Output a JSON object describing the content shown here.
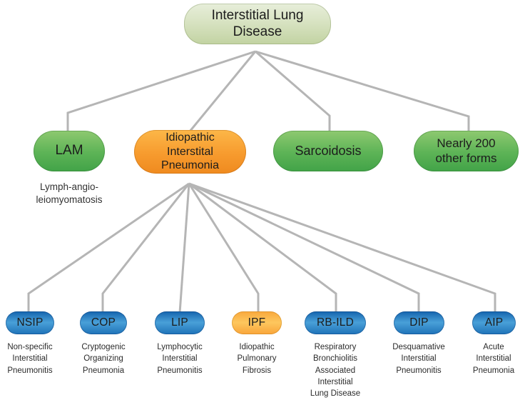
{
  "diagram": {
    "title": "Interstitial Lung Disease hierarchy",
    "colors": {
      "root_green": "#d8e3c2",
      "green": "#5cb356",
      "orange": "#f79b2e",
      "blue": "#2a7fc1",
      "yellow": "#fdc75e",
      "connector_gray": "#b5b5b5"
    },
    "root": {
      "label": "Interstitial Lung\nDisease"
    },
    "level2": [
      {
        "abbr": "LAM",
        "caption": "Lymph-angio-\nleiomyomatosis",
        "color": "green"
      },
      {
        "label": "Idiopathic\nInterstital\nPneumonia",
        "color": "orange"
      },
      {
        "label": "Sarcoidosis",
        "color": "green"
      },
      {
        "label": "Nearly 200\nother forms",
        "color": "green"
      }
    ],
    "level3": [
      {
        "abbr": "NSIP",
        "caption": "Non-specific\nInterstitial\nPneumonitis",
        "color": "blue"
      },
      {
        "abbr": "COP",
        "caption": "Cryptogenic\nOrganizing\nPneumonia",
        "color": "blue"
      },
      {
        "abbr": "LIP",
        "caption": "Lymphocytic\nInterstitial\nPneumonitis",
        "color": "blue"
      },
      {
        "abbr": "IPF",
        "caption": "Idiopathic\nPulmonary\nFibrosis",
        "color": "yellow"
      },
      {
        "abbr": "RB-ILD",
        "caption": "Respiratory\nBronchiolitis\nAssociated\nInterstitial\nLung Disease",
        "color": "blue"
      },
      {
        "abbr": "DIP",
        "caption": "Desquamative\nInterstitial\nPneumonitis",
        "color": "blue"
      },
      {
        "abbr": "AIP",
        "caption": "Acute\nInterstitial\nPneumonia",
        "color": "blue"
      }
    ]
  }
}
